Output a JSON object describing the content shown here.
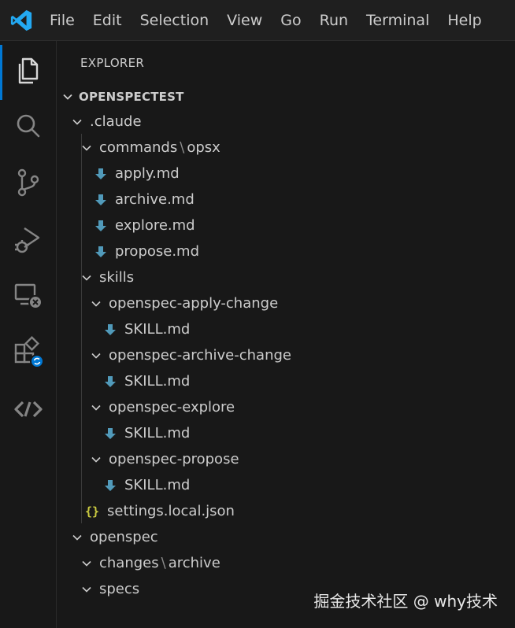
{
  "menu": {
    "items": [
      "File",
      "Edit",
      "Selection",
      "View",
      "Go",
      "Run",
      "Terminal",
      "Help"
    ]
  },
  "activity_bar": {
    "icons": [
      "files-icon",
      "search-icon",
      "source-control-icon",
      "run-debug-icon",
      "remote-explorer-icon",
      "extensions-icon",
      "remote-link-icon"
    ]
  },
  "explorer": {
    "title": "EXPLORER",
    "root": "OPENSPECTEST",
    "tree": [
      {
        "label": ".claude",
        "type": "folder",
        "depth": 0
      },
      {
        "label": "commands",
        "suffix": "opsx",
        "sep": "\\",
        "type": "folder",
        "depth": 1
      },
      {
        "label": "apply.md",
        "type": "md",
        "depth": 2
      },
      {
        "label": "archive.md",
        "type": "md",
        "depth": 2
      },
      {
        "label": "explore.md",
        "type": "md",
        "depth": 2
      },
      {
        "label": "propose.md",
        "type": "md",
        "depth": 2
      },
      {
        "label": "skills",
        "type": "folder",
        "depth": 1
      },
      {
        "label": "openspec-apply-change",
        "type": "folder",
        "depth": 2
      },
      {
        "label": "SKILL.md",
        "type": "md",
        "depth": 3
      },
      {
        "label": "openspec-archive-change",
        "type": "folder",
        "depth": 2
      },
      {
        "label": "SKILL.md",
        "type": "md",
        "depth": 3
      },
      {
        "label": "openspec-explore",
        "type": "folder",
        "depth": 2
      },
      {
        "label": "SKILL.md",
        "type": "md",
        "depth": 3
      },
      {
        "label": "openspec-propose",
        "type": "folder",
        "depth": 2
      },
      {
        "label": "SKILL.md",
        "type": "md",
        "depth": 3
      },
      {
        "label": "settings.local.json",
        "type": "json",
        "depth": 1
      },
      {
        "label": "openspec",
        "type": "folder",
        "depth": 0
      },
      {
        "label": "changes",
        "suffix": "archive",
        "sep": "\\",
        "type": "folder",
        "depth": 1
      },
      {
        "label": "specs",
        "type": "folder",
        "depth": 1
      }
    ]
  },
  "watermark": "掘金技术社区 @ why技术",
  "colors": {
    "accent": "#0078d4",
    "md_icon": "#519aba",
    "json_icon": "#cbcb41",
    "badge": "#0078d4"
  }
}
